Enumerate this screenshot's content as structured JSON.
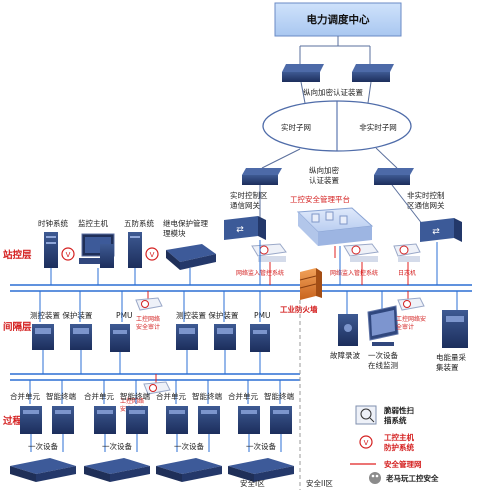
{
  "title": "电力调度中心",
  "nodes": {
    "top_auth": "纵向加密认证装置",
    "realtime_net": "实时子网",
    "nonrealtime_net": "非实时子网",
    "mid_auth": "纵向加密\n认证装置",
    "rt_gateway": "实时控制区\n通信网关",
    "nrt_gateway": "非实时控制\n区通信网关",
    "sec_platform": "工控安全管理平台",
    "clock": "时钟系统",
    "monitor_host": "监控主机",
    "five_defense": "五防系统",
    "relay_mgr": "继电保护管理\n理模块",
    "net_probe_1": "网络监入管控系统",
    "net_probe_2": "网络监入管控系统",
    "log_audit": "日志机",
    "firewall": "工业防火墙",
    "fault_rec": "故障录波",
    "online_mon": "一次设备\n在线监测",
    "energy_meter": "电能量采\n集装置",
    "bay_left": "测控装置 保护装置",
    "bay_right": "测控装置 保护装置",
    "pmu_left": "PMU",
    "pmu_right": "PMU",
    "audit_left": "工控网络\n安全审计",
    "audit_center": "工控网络\n安全审计",
    "audit_right": "工控网络安\n全审计",
    "merge_unit": "合并单元",
    "smart_term": "智能终端",
    "primary_eq": "一次设备"
  },
  "layers": {
    "station": "站控层",
    "bay": "间隔层",
    "process": "过程层"
  },
  "legend": {
    "scan": "脆弱性扫\n描系统",
    "host_guard": "工控主机\n防护系统",
    "sec_net": "安全管理网"
  },
  "zones": {
    "zone1": "安全I区",
    "zone2": "安全II区"
  },
  "watermark": "老马玩工控安全"
}
